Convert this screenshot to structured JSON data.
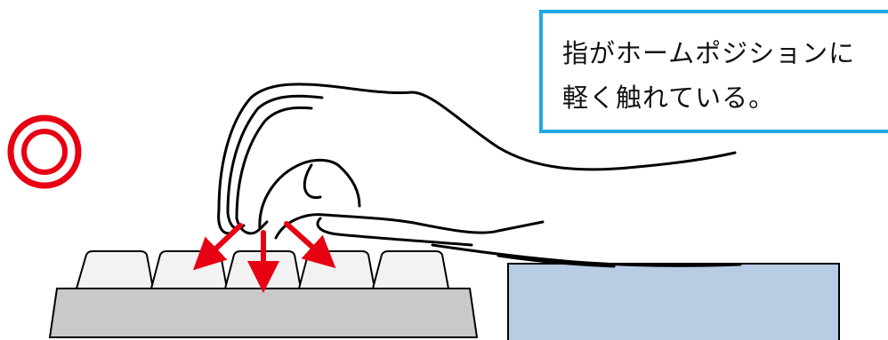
{
  "callout": {
    "lines": [
      "指がホームポジションに",
      "軽く触れている。"
    ]
  },
  "rating_mark": {
    "symbol": "double-circle",
    "color": "#e60012"
  },
  "arrows": {
    "color": "#e60012"
  },
  "colors": {
    "callout_border": "#22a7e8",
    "key_fill": "#f2f2f2",
    "keyboard_base": "#c9c9c9",
    "wrist_rest": "#b8cce4",
    "outline": "#000000"
  }
}
